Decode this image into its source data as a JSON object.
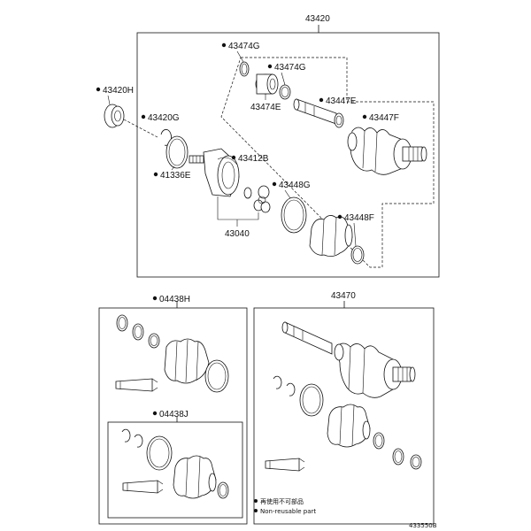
{
  "diagram": {
    "main_assembly": "43420",
    "parts": {
      "p43474g_a": "43474G",
      "p43474g_b": "43474G",
      "p43474e": "43474E",
      "p43447e": "43447E",
      "p43447f": "43447F",
      "p43420h": "43420H",
      "p43420g": "43420G",
      "p43412b": "43412B",
      "p41336e": "41336E",
      "p43448g": "43448G",
      "p43448f": "43448F",
      "p43040": "43040"
    },
    "kit_a": "04438H",
    "kit_b": "04438J",
    "assembly_b": "43470",
    "legend": {
      "line_jp": "再使用不可部品",
      "line_en": "Non-reusable part"
    },
    "diagram_code": "433550B"
  }
}
